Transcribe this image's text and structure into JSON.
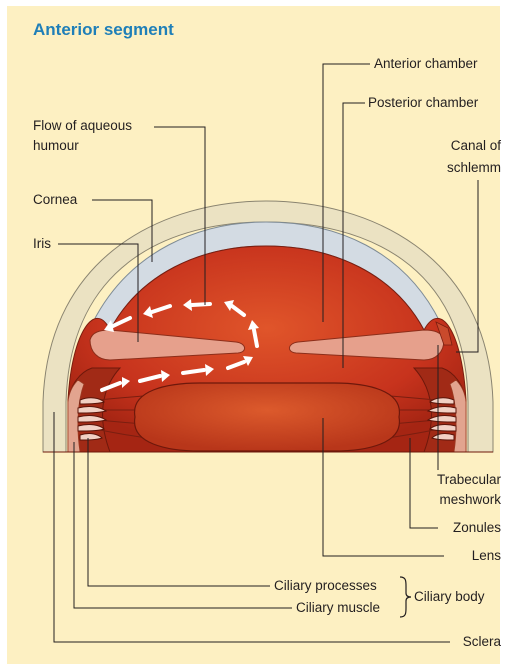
{
  "title": "Anterior segment",
  "labels": {
    "anterior_chamber": "Anterior chamber",
    "posterior_chamber": "Posterior chamber",
    "flow_line1": "Flow of aqueous",
    "flow_line2": "humour",
    "canal_line1": "Canal of",
    "canal_line2": "schlemm",
    "cornea": "Cornea",
    "iris": "Iris",
    "trabecular_line1": "Trabecular",
    "trabecular_line2": "meshwork",
    "zonules": "Zonules",
    "lens": "Lens",
    "ciliary_processes": "Ciliary processes",
    "ciliary_muscle": "Ciliary muscle",
    "ciliary_body": "Ciliary body",
    "sclera": "Sclera"
  },
  "colors": {
    "background": "#fdf0c2",
    "title": "#1f7fb8",
    "cornea": "#d3dbe3",
    "sclera": "#ebe2c2",
    "chamber": "#c5301c",
    "lens": "#c8421f",
    "iris": "#e6a08c",
    "ciliary": "#9b2616",
    "arrows": "#ffffff"
  }
}
